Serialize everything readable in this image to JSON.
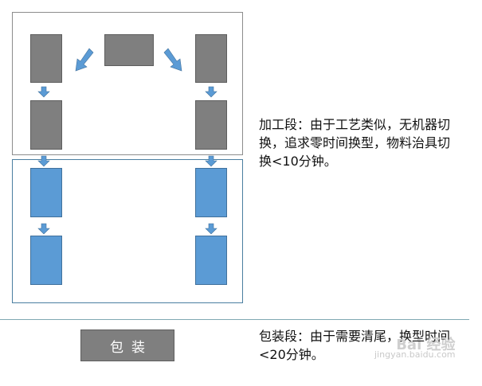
{
  "diagram": {
    "packaging_label": "包装",
    "process_note": "加工段：由于工艺类似，无机器切换，追求零时间换型，物料治具切换<10分钟。",
    "packaging_note": "包装段：由于需要清尾，换型时间<20分钟。",
    "colors": {
      "machine_gray": "#7f7f7f",
      "station_blue": "#5b9bd5",
      "arrow_blue": "#5b9bd5"
    }
  },
  "watermark": {
    "brand": "Bai 经验",
    "url": "jingyan.baidu.com"
  }
}
